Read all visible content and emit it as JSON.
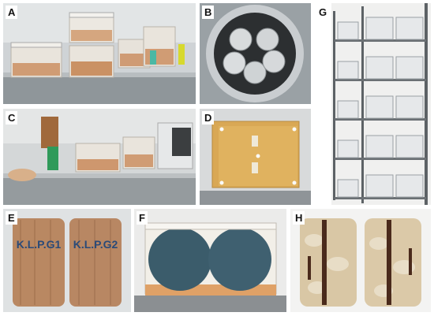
{
  "panels": {
    "A": {
      "label": "A"
    },
    "B": {
      "label": "B"
    },
    "C": {
      "label": "C"
    },
    "D": {
      "label": "D"
    },
    "E": {
      "label": "E",
      "sample_left": "K.L.P.G1",
      "sample_right": "K.L.P.G2"
    },
    "F": {
      "label": "F"
    },
    "G": {
      "label": "G"
    },
    "H": {
      "label": "H"
    }
  }
}
